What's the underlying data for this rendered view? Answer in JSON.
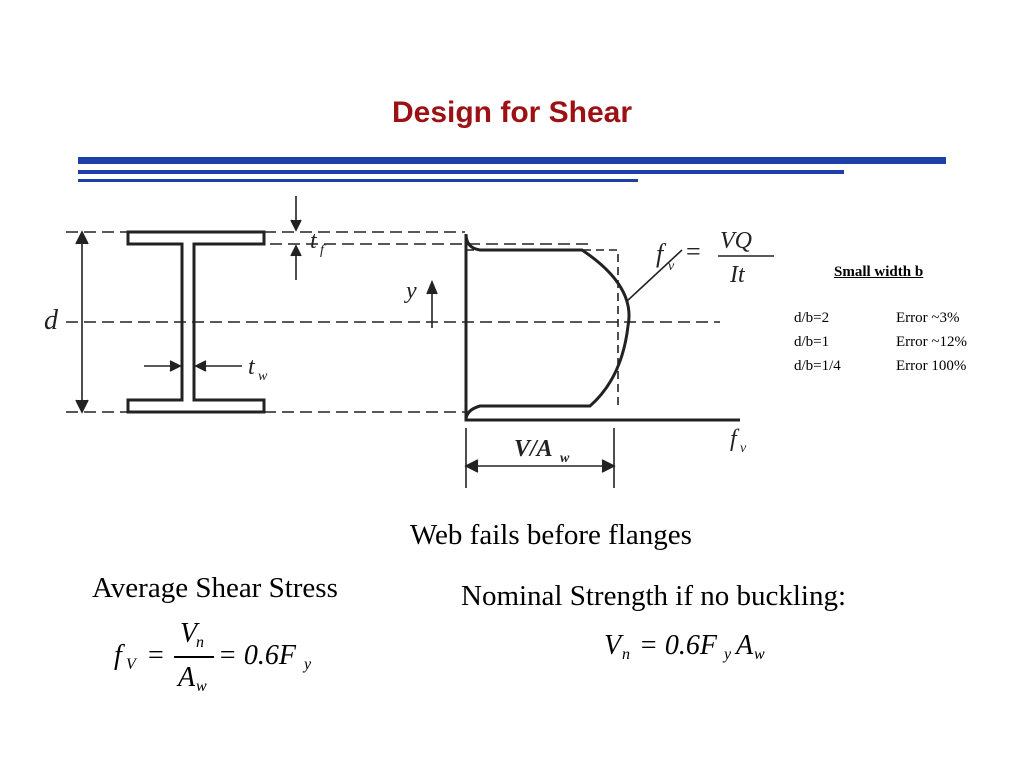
{
  "slide": {
    "title": "Design for Shear"
  },
  "diagram": {
    "label_tf": "t",
    "label_tf_sub": "f",
    "label_tw": "t",
    "label_tw_sub": "w",
    "label_d": "d",
    "label_y": "y",
    "label_fv_eq": "f",
    "label_fv_sub": "v",
    "label_fv_num": "VQ",
    "label_fv_den": "It",
    "label_vaw": "V/A",
    "label_vaw_sub": "w",
    "label_fv_axis": "f",
    "label_fv_axis_sub": "v"
  },
  "note": {
    "title": "Small width b",
    "rows": [
      {
        "ratio": "d/b=2",
        "error": "Error ~3%"
      },
      {
        "ratio": "d/b=1",
        "error": "Error ~12%"
      },
      {
        "ratio": "d/b=1/4",
        "error": "Error 100%"
      }
    ]
  },
  "captions": {
    "web": "Web fails before flanges",
    "average": "Average Shear Stress",
    "nominal": "Nominal Strength if no buckling:"
  },
  "equations": {
    "avg": {
      "lhs": "f",
      "lhs_sub": "V",
      "eq": "=",
      "num": "V",
      "num_sub": "n",
      "den": "A",
      "den_sub": "w",
      "rhs": "= 0.6F",
      "rhs_sub": "y"
    },
    "nominal": {
      "lhs": "V",
      "lhs_sub": "n",
      "mid": " = 0.6F",
      "mid_sub": "y",
      "end": "A",
      "end_sub": "w"
    }
  },
  "colors": {
    "title": "#9b1114",
    "bar": "#1f3fa8"
  }
}
